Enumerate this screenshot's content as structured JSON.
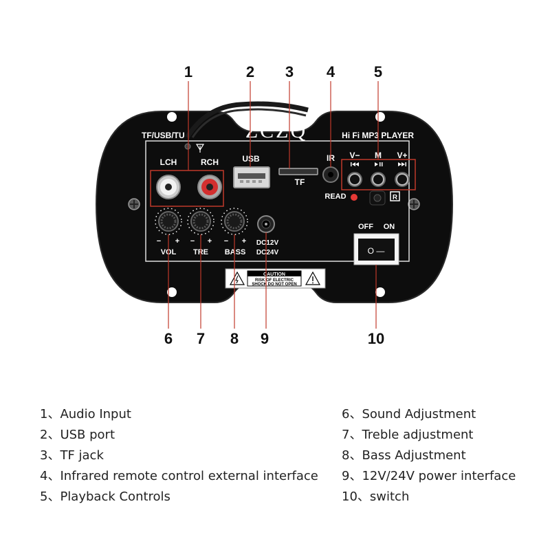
{
  "brand": "ZCZQ",
  "panel": {
    "top_left": "TF/USB/TU",
    "top_right": "Hi Fi MP3 PLAYER",
    "lch": "LCH",
    "rch": "RCH",
    "usb": "USB",
    "tf": "TF",
    "ir": "IR",
    "v_minus": "V−",
    "m": "M",
    "v_plus": "V+",
    "read": "READ",
    "r": "R",
    "off": "OFF",
    "on": "ON",
    "vol": "VOL",
    "tre": "TRE",
    "bass": "BASS",
    "dc12": "DC12V",
    "dc24": "DC24V",
    "caution_title": "CAUTION",
    "caution_line1": "RISK OF ELECTRIC",
    "caution_line2": "SHOCK DO NOT OPEN",
    "switch_marks": "O —"
  },
  "callouts": [
    "1",
    "2",
    "3",
    "4",
    "5",
    "6",
    "7",
    "8",
    "9",
    "10"
  ],
  "legend": {
    "left": [
      "1、Audio Input",
      "2、USB port",
      "3、TF jack",
      "4、Infrared remote control external interface",
      "5、Playback Controls"
    ],
    "right": [
      "6、Sound Adjustment",
      "7、Treble adjustment",
      "8、Bass Adjustment",
      "9、12V/24V power interface",
      "10、switch"
    ]
  },
  "colors": {
    "board": "#0d0d0d",
    "callout_line": "#c0392b",
    "highlight_box": "#c0392b",
    "text_on_board": "#ffffff",
    "read_led": "#e53935"
  }
}
